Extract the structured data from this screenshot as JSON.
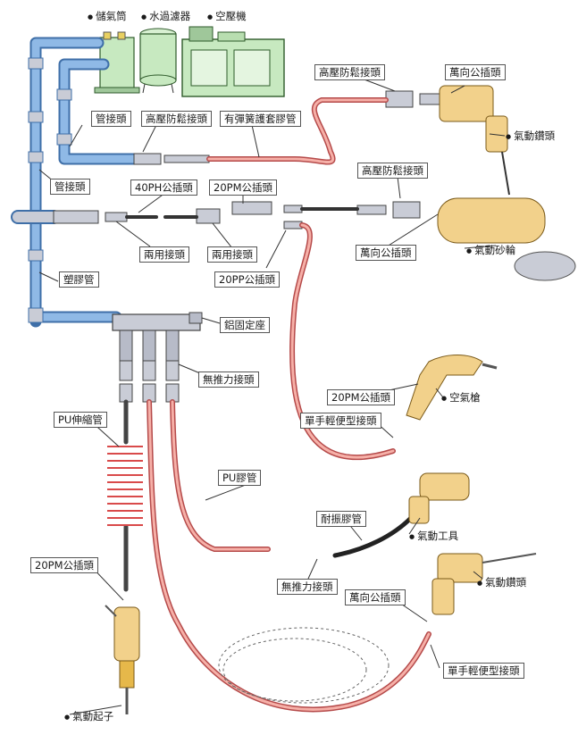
{
  "colors": {
    "pipe": "#8fb9e6",
    "pipe_dark": "#3f6fa8",
    "hose_red": "#e86c6c",
    "hose_red_light": "#f6b0a8",
    "machine": "#c7e9c0",
    "metal": "#c9ccd6",
    "tool": "#f2d18b"
  },
  "labels": {
    "receiver_tank": "儲氣筒",
    "water_filter": "水過濾器",
    "compressor": "空壓機",
    "pipe_joint_1": "管接頭",
    "hp_loose_joint_1": "高壓防鬆接頭",
    "spring_guard_hose": "有彈簧護套膠管",
    "hp_loose_joint_top": "高壓防鬆接頭",
    "universal_plug_top": "萬向公插頭",
    "air_drill_top": "氣動鑽頭",
    "pipe_joint_2": "管接頭",
    "plug_40ph": "40PH公插頭",
    "plug_20pm_mid": "20PM公插頭",
    "hp_loose_joint_mid": "高壓防鬆接頭",
    "dual_joint_1": "兩用接頭",
    "dual_joint_2": "兩用接頭",
    "universal_plug_mid": "萬向公插頭",
    "air_grinder": "氣動砂輪",
    "plug_20pp": "20PP公插頭",
    "plastic_pipe": "塑膠管",
    "aluminum_base": "鋁固定座",
    "nonthrust_joint_1": "無推力接頭",
    "pu_coil_hose": "PU伸縮管",
    "plug_20pm_gun": "20PM公插頭",
    "air_gun": "空氣槍",
    "onehand_joint_1": "單手輕便型接頭",
    "pu_hose": "PU膠管",
    "vibration_hose": "耐振膠管",
    "air_tool": "氣動工具",
    "plug_20pm_left": "20PM公插頭",
    "nonthrust_joint_2": "無推力接頭",
    "universal_plug_bottom": "萬向公插頭",
    "air_drill_bottom": "氣動鑽頭",
    "onehand_joint_2": "單手輕便型接頭",
    "air_screwdriver": "氣動起子"
  }
}
